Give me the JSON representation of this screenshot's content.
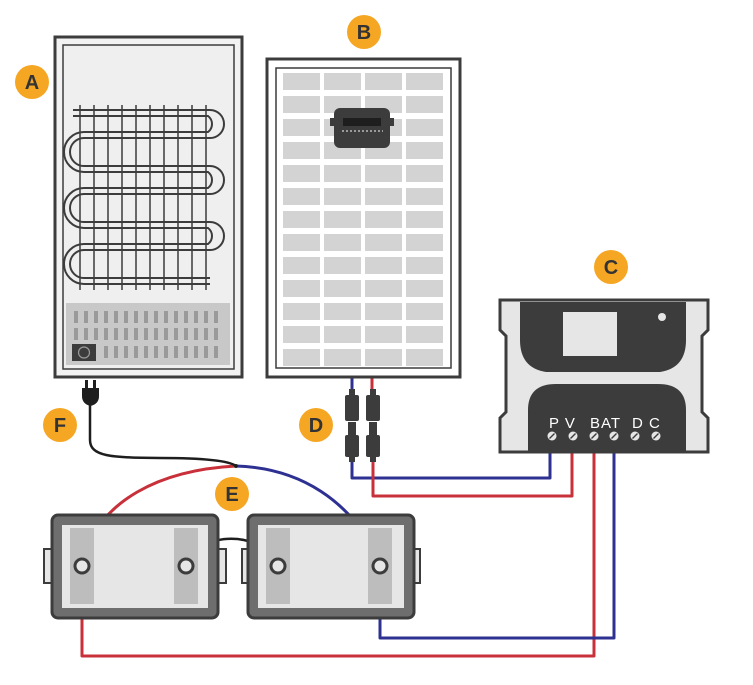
{
  "labels": {
    "fridge": "A",
    "solar_panel": "B",
    "charge_controller": "C",
    "connectors": "D",
    "batteries": "E",
    "plug": "F"
  },
  "controller": {
    "pv_label": "P V",
    "bat_label": "BAT",
    "dc_label": "D C"
  },
  "colors": {
    "badge": "#F5A623",
    "wire_red": "#C8303A",
    "wire_blue": "#2E3192",
    "dark_grey": "#3C3C3C",
    "light_grey": "#E6E6E6"
  }
}
